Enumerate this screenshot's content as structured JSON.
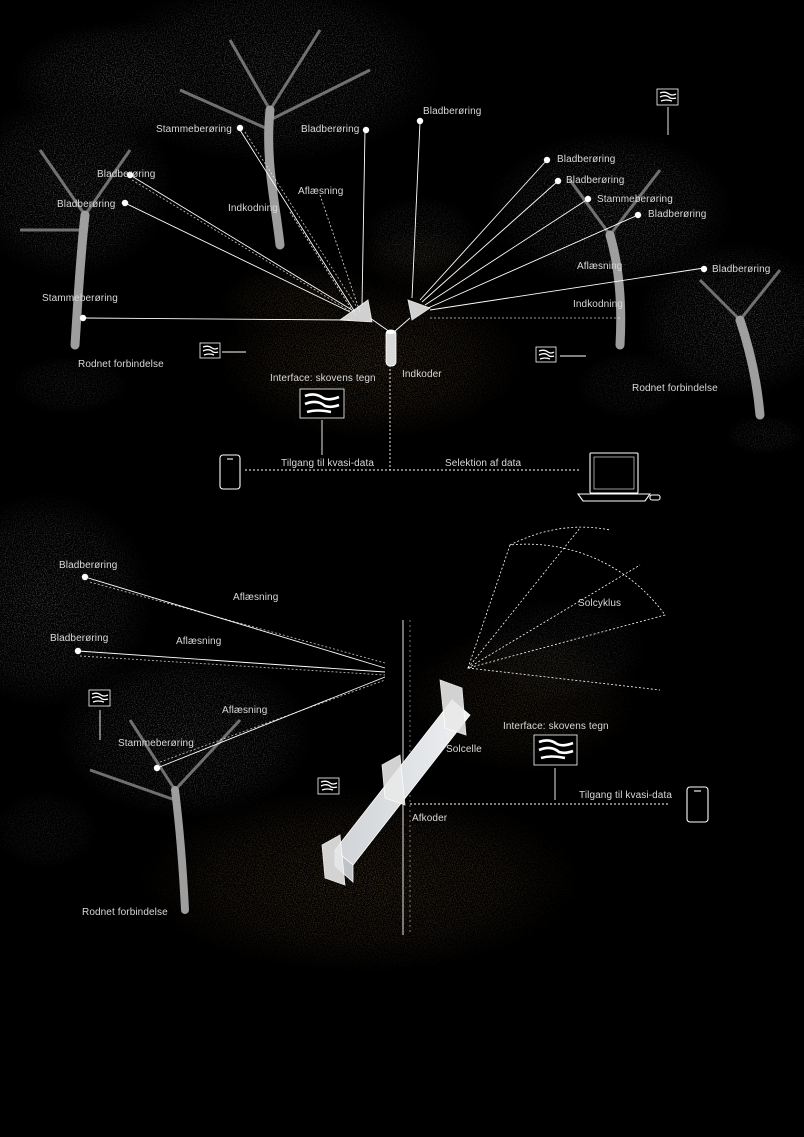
{
  "diagram_1": {
    "labels": {
      "stem_touch_1": "Stammeberøring",
      "leaf_touch_1": "Bladberøring",
      "leaf_touch_2": "Bladberøring",
      "leaf_touch_3": "Bladberøring",
      "leaf_touch_4": "Bladberøring",
      "reading_1": "Aflæsning",
      "encoding_1": "Indkodning",
      "leaf_touch_5": "Bladberøring",
      "leaf_touch_6": "Bladberøring",
      "stem_touch_2": "Stammeberøring",
      "leaf_touch_7": "Bladberøring",
      "reading_2": "Aflæsning",
      "leaf_touch_8": "Bladberøring",
      "encoding_2": "Indkodning",
      "stem_touch_3": "Stammeberøring",
      "root_connection_1": "Rodnet forbindelse",
      "root_connection_2": "Rodnet forbindelse",
      "encoder": "Indkoder",
      "interface": "Interface: skovens tegn",
      "access": "Tilgang til kvasi-data",
      "selection": "Selektion af data"
    }
  },
  "diagram_2": {
    "labels": {
      "leaf_touch_1": "Bladberøring",
      "reading_1": "Aflæsning",
      "leaf_touch_2": "Bladberøring",
      "reading_2": "Aflæsning",
      "reading_3": "Aflæsning",
      "stem_touch": "Stammeberøring",
      "sun_cycle": "Solcyklus",
      "interface": "Interface: skovens tegn",
      "solar_cell": "Solcelle",
      "access": "Tilgang til kvasi-data",
      "decoder": "Afkoder",
      "root_connection": "Rodnet forbindelse"
    }
  },
  "colors": {
    "background": "#000000",
    "line": "#ffffff",
    "label": "#d9d9d9",
    "foliage": "#8a8a8a",
    "soil": "#5a4632"
  },
  "icons": [
    "tree-sign-icon",
    "smartphone-icon",
    "laptop-icon",
    "encoder-device-icon",
    "solar-cell-icon"
  ]
}
